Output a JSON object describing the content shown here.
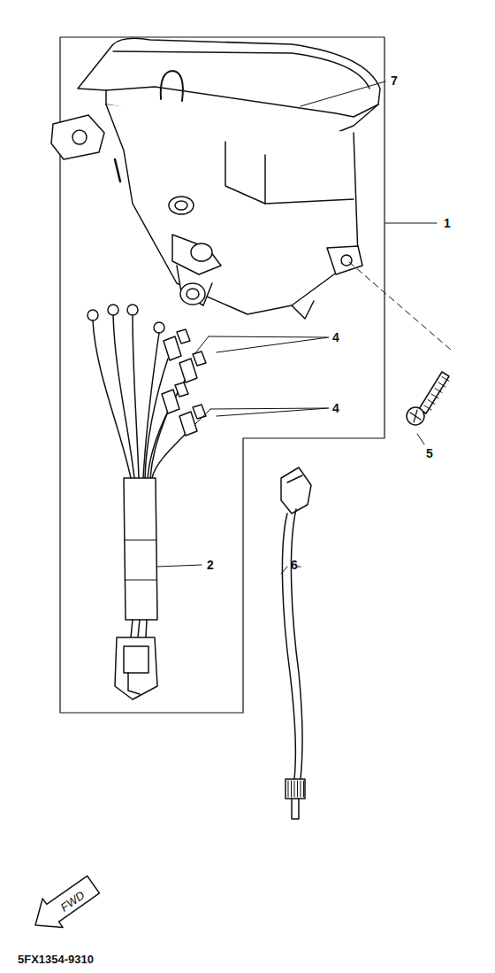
{
  "diagram": {
    "labels": [
      "7",
      "1",
      "4",
      "4",
      "5",
      "2",
      "6",
      "FWD",
      "5FX1354-9310"
    ]
  }
}
